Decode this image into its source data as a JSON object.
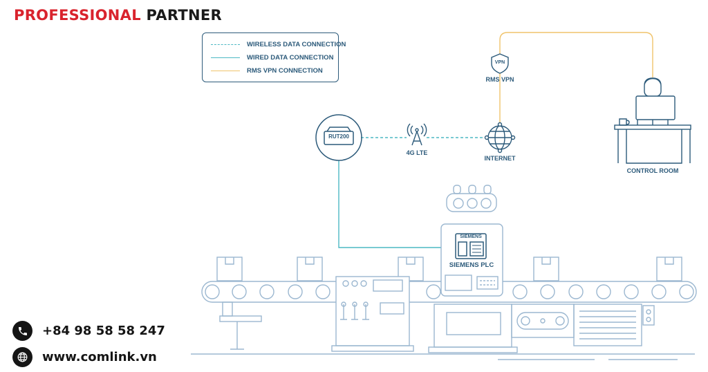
{
  "brand": {
    "part1": "PROFESSIONAL",
    "part2": "PARTNER"
  },
  "legend": {
    "items": [
      {
        "label": "WIRELESS DATA CONNECTION",
        "style": "dashed",
        "color": "#4cb8c4"
      },
      {
        "label": "WIRED DATA CONNECTION",
        "style": "solid",
        "color": "#4cb8c4"
      },
      {
        "label": "RMS VPN CONNECTION",
        "style": "solid",
        "color": "#f0c36b"
      }
    ]
  },
  "nodes": {
    "router": "RUT200",
    "lte": "4G LTE",
    "internet": "INTERNET",
    "vpn_badge": "VPN",
    "vpn": "RMS VPN",
    "control_room": "CONTROL ROOM",
    "plc_brand": "SIEMENS",
    "plc": "SIEMENS PLC"
  },
  "contact": {
    "phone": "+84 98 58 58 247",
    "website": "www.comlink.vn"
  },
  "colors": {
    "line": "#2c5a7a",
    "machine": "#9bb7d0",
    "wire": "#4cb8c4",
    "vpn": "#f0c36b",
    "brand_red": "#d9232d"
  }
}
